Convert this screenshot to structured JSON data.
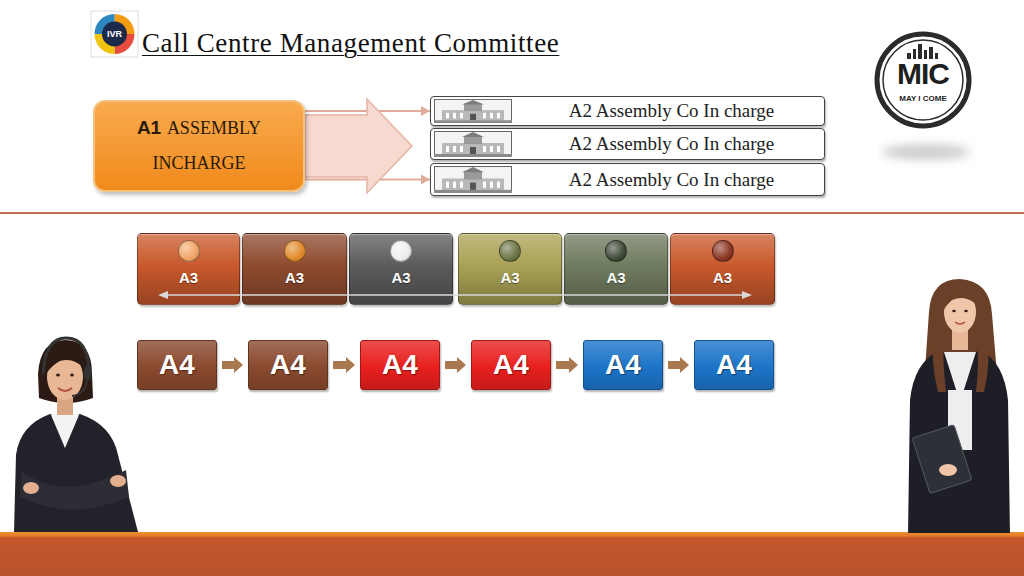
{
  "diagram": {
    "title": "Call Centre Management Committee",
    "nodes": [
      {
        "text": [
          "A1",
          "ASSEMBLY INCHARGE"
        ]
      },
      {
        "text": [
          "A2 Assembly Co In charge"
        ]
      },
      {
        "text": [
          "A2 Assembly Co In charge"
        ]
      },
      {
        "text": [
          "A2 Assembly Co In charge"
        ]
      },
      {
        "text": [
          "A3"
        ]
      },
      {
        "text": [
          "A3"
        ]
      },
      {
        "text": [
          "A3"
        ]
      },
      {
        "text": [
          "A3"
        ]
      },
      {
        "text": [
          "A3"
        ]
      },
      {
        "text": [
          "A3"
        ]
      },
      {
        "text": [
          "A4"
        ]
      },
      {
        "text": [
          "A4"
        ]
      },
      {
        "text": [
          "A4"
        ]
      },
      {
        "text": [
          "A4"
        ]
      },
      {
        "text": [
          "A4"
        ]
      },
      {
        "text": [
          "A4"
        ]
      }
    ],
    "edges": [
      {
        "from": 0,
        "to": 1,
        "arrow": "to"
      },
      {
        "from": 0,
        "to": 2,
        "arrow": "to"
      },
      {
        "from": 0,
        "to": 3,
        "arrow": "to"
      },
      {
        "from": 10,
        "to": 11,
        "arrow": "to"
      },
      {
        "from": 11,
        "to": 12,
        "arrow": "to"
      },
      {
        "from": 12,
        "to": 13,
        "arrow": "to"
      },
      {
        "from": 13,
        "to": 14,
        "arrow": "to"
      },
      {
        "from": 14,
        "to": 15,
        "arrow": "to"
      }
    ],
    "labels": [
      "IVR",
      "MIC",
      "MAY I COME"
    ]
  }
}
